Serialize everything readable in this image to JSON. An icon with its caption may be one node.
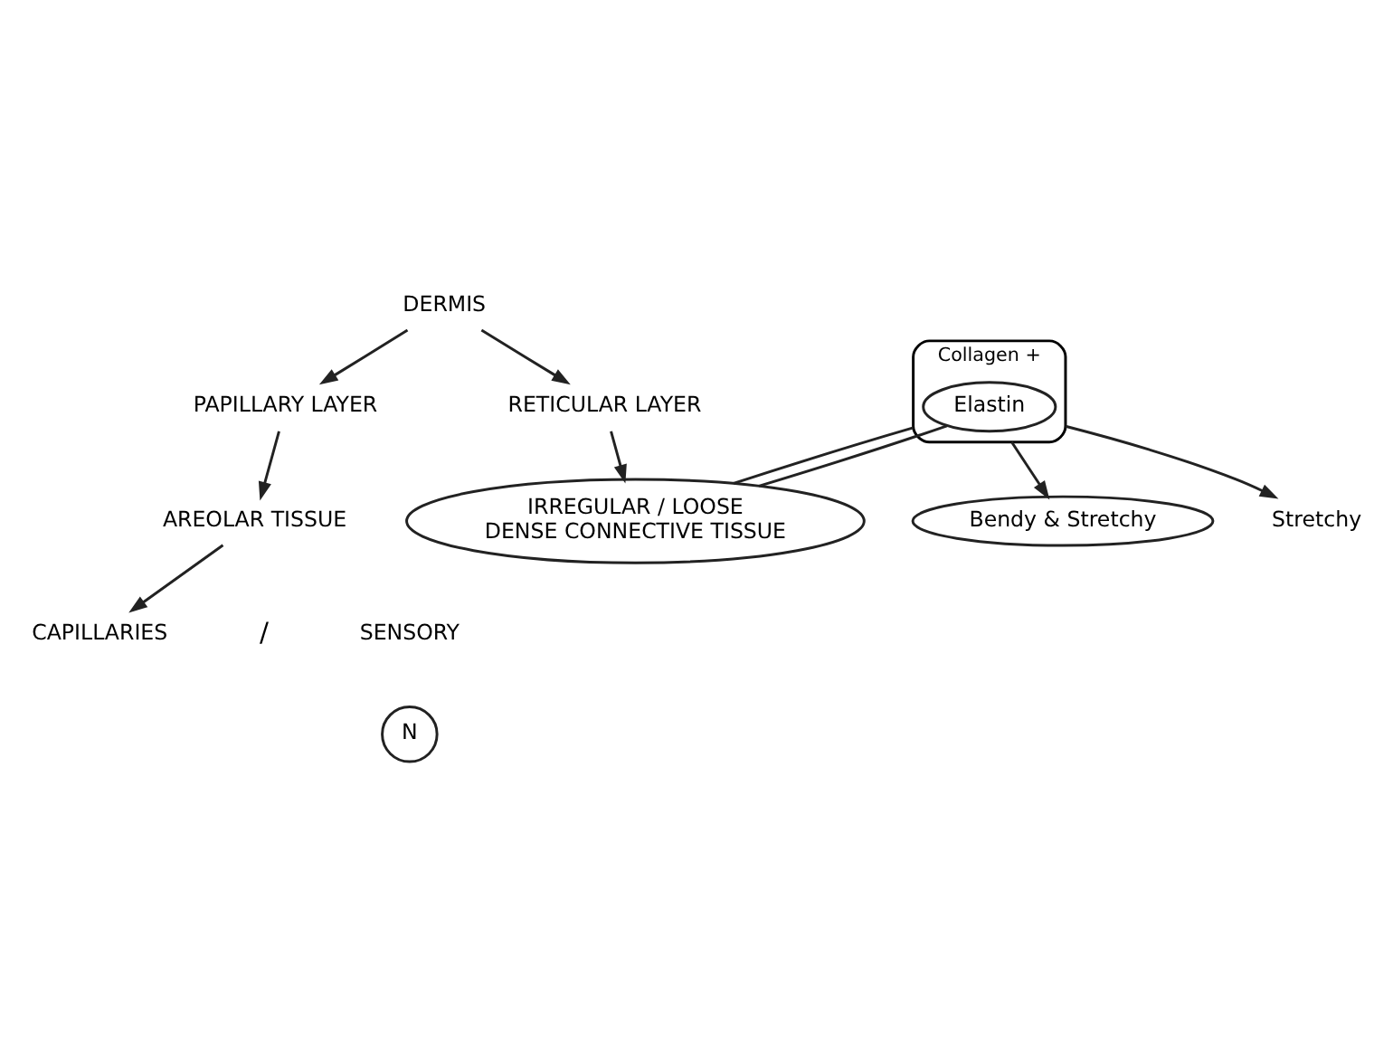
{
  "diagram": {
    "nodes": [
      {
        "text": [
          "DERMIS"
        ]
      },
      {
        "text": [
          "Bendy & Stretchy"
        ]
      },
      {
        "text": [
          "Collagen +"
        ]
      },
      {
        "text": [
          "Elastin"
        ],
        "in": 2
      },
      {
        "text": [
          "Stretchy"
        ]
      },
      {
        "text": [
          "PAPILLARY LAYER"
        ]
      },
      {
        "text": [
          "RETICULAR LAYER"
        ]
      },
      {
        "text": [
          "AREOLAR TISSUE"
        ]
      },
      {
        "text": [
          "CAPILLARIES"
        ]
      },
      {
        "text": [
          "SENSORY"
        ]
      },
      {
        "text": [
          "N"
        ]
      },
      {
        "text": [
          "IRREGULAR / LOOSE",
          "DENSE CONNECTIVE TISSUE"
        ]
      }
    ],
    "edges": [
      {
        "from": 0,
        "to": 5,
        "arrow": "to"
      },
      {
        "from": 0,
        "to": 6,
        "arrow": "to"
      },
      {
        "from": 2,
        "to": 4,
        "arrow": "to"
      },
      {
        "from": 2,
        "to": 1,
        "arrow": "to"
      },
      {
        "from": 5,
        "to": 7,
        "arrow": "to"
      },
      {
        "from": 6,
        "to": 11,
        "arrow": "to"
      },
      {
        "from": 7,
        "to": 8,
        "arrow": "to"
      },
      {
        "from": 2,
        "to": 11,
        "arrow": "none"
      },
      {
        "from": 3,
        "to": 11,
        "arrow": "none"
      }
    ],
    "labels": [
      "/"
    ]
  }
}
